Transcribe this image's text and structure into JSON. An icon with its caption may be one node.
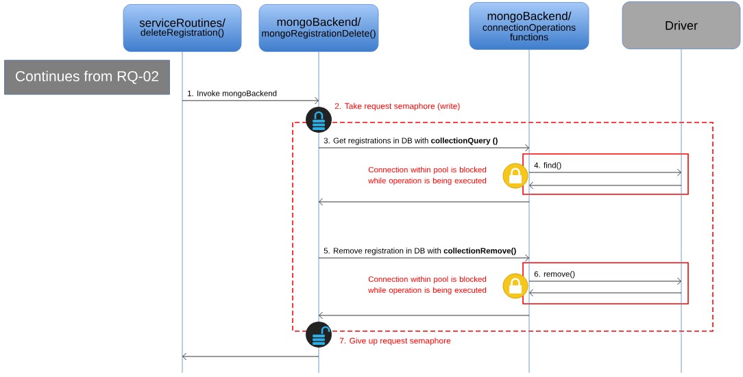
{
  "diagram": {
    "nodes": [
      {
        "text": [
          "serviceRoutines/",
          "deleteRegistration()"
        ]
      },
      {
        "text": [
          "mongoBackend/",
          "mongoRegistrationDelete()"
        ]
      },
      {
        "text": [
          "mongoBackend/",
          "connectionOperations functions"
        ]
      },
      {
        "text": [
          "Driver"
        ]
      },
      {
        "text": [
          "Continues from RQ-02"
        ]
      }
    ],
    "edges": [
      {
        "from": 0,
        "to": 1,
        "arrow": "to",
        "label": "1. Invoke mongoBackend"
      },
      {
        "from": 1,
        "to": 2,
        "arrow": "to",
        "label": "3. Get registrations in DB with **collectionQuery ()**"
      },
      {
        "from": 2,
        "to": 3,
        "arrow": "to",
        "label": "4. find()"
      },
      {
        "from": 3,
        "to": 2,
        "arrow": "to"
      },
      {
        "from": 2,
        "to": 1,
        "arrow": "to"
      },
      {
        "from": 1,
        "to": 2,
        "arrow": "to",
        "label": "5. Remove registration in DB with **collectionRemove()**"
      },
      {
        "from": 2,
        "to": 3,
        "arrow": "to",
        "label": "6. remove()"
      },
      {
        "from": 3,
        "to": 2,
        "arrow": "to"
      },
      {
        "from": 2,
        "to": 1,
        "arrow": "to"
      },
      {
        "from": 1,
        "to": 0,
        "arrow": "to"
      }
    ],
    "labels": [
      "2. Take request semaphore (write)",
      "Connection within pool is blocked while operation is being executed",
      "Connection within pool is blocked while operation is being executed",
      "7. Give up request semaphore"
    ]
  }
}
